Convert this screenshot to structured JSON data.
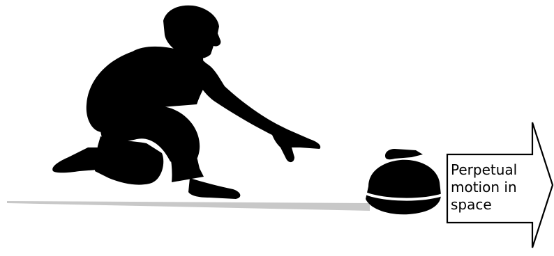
{
  "arrow": {
    "label_lines": [
      "Perpetual",
      "motion in",
      "space"
    ]
  },
  "colors": {
    "silhouette": "#000000",
    "ice_track": "#c8c8c8",
    "stone_band": "#ffffff",
    "arrow_stroke": "#000000",
    "background": "#ffffff"
  }
}
